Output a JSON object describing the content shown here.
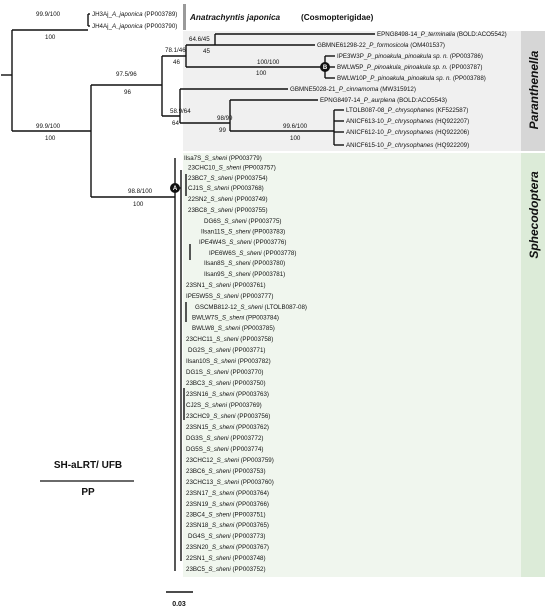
{
  "colors": {
    "branch": "#111111",
    "paranthenella_bg": "#f0f0f0",
    "paranthenella_bar": "#d6d6d6",
    "sphecodoptera_bg": "#f0f6ee",
    "sphecodoptera_bar": "#dcebd8",
    "outgroup_bar": "#9a9a9a"
  },
  "outgroup": {
    "label_genus": "Anatrachyntis japonica",
    "label_family": "(Cosmopterigidae)",
    "taxa": [
      {
        "id": "JH3Aj",
        "sp": "A_japonica",
        "acc": "(PP003789)"
      },
      {
        "id": "JH4Aj",
        "sp": "A_japonica",
        "acc": "(PP003790)"
      }
    ]
  },
  "paranthenella": {
    "label": "Paranthenella",
    "taxa": [
      {
        "id": "EPNG8498-14",
        "sp": "P_terminalia",
        "acc": "(BOLD:ACO5542)"
      },
      {
        "id": "GBMNE61298-22",
        "sp": "P_formosicola",
        "acc": "(OM401537)"
      },
      {
        "id": "IPE3W3P",
        "sp": "P_pinoakula_pinoakula sp. n.",
        "acc": "(PP003786)"
      },
      {
        "id": "BWLW5P",
        "sp": "P_pinoakula_pinoakula sp. n.",
        "acc": "(PP003787)"
      },
      {
        "id": "BWLW10P",
        "sp": "P_pinoakula_pinoakula sp. n.",
        "acc": "(PP003788)"
      },
      {
        "id": "GBMNE5028-21",
        "sp": "P_cinnamoma",
        "acc": "(MW315912)"
      },
      {
        "id": "EPNG8497-14",
        "sp": "P_aurplena",
        "acc": "(BOLD:ACO5543)"
      },
      {
        "id": "LTOLB087-08",
        "sp": "P_chrysophanes",
        "acc": "(KF522587)"
      },
      {
        "id": "ANICF613-10",
        "sp": "P_chrysophanes",
        "acc": "(HQ922207)"
      },
      {
        "id": "ANICF612-10",
        "sp": "P_chrysophanes",
        "acc": "(HQ922206)"
      },
      {
        "id": "ANICF615-10",
        "sp": "P_chrysophanes",
        "acc": "(HQ922209)"
      }
    ]
  },
  "sphecodoptera": {
    "label": "Sphecodoptera",
    "taxa": [
      {
        "id": "Ilsa7S",
        "sp": "S_sheni",
        "acc": "(PP003779)"
      },
      {
        "id": "23CHC10",
        "sp": "S_sheni",
        "acc": "(PP003757)"
      },
      {
        "id": "23BC7",
        "sp": "S_sheni",
        "acc": "(PP003754)"
      },
      {
        "id": "CJ1S",
        "sp": "S_sheni",
        "acc": "(PP003768)"
      },
      {
        "id": "22SN2",
        "sp": "S_sheni",
        "acc": "(PP003749)"
      },
      {
        "id": "23BC8",
        "sp": "S_sheni",
        "acc": "(PP003755)"
      },
      {
        "id": "DG6S",
        "sp": "S_sheni",
        "acc": "(PP003775)"
      },
      {
        "id": "Ilsan11S",
        "sp": "S_sheni",
        "acc": "(PP003783)"
      },
      {
        "id": "IPE4W4S",
        "sp": "S_sheni",
        "acc": "(PP003776)"
      },
      {
        "id": "IPE6W6S",
        "sp": "S_sheni",
        "acc": "(PP003778)"
      },
      {
        "id": "Ilsan8S",
        "sp": "S_sheni",
        "acc": "(PP003780)"
      },
      {
        "id": "Ilsan9S",
        "sp": "S_sheni",
        "acc": "(PP003781)"
      },
      {
        "id": "23SN1",
        "sp": "S_sheni",
        "acc": "(PP003761)"
      },
      {
        "id": "IPE5W5S",
        "sp": "S_sheni",
        "acc": "(PP003777)"
      },
      {
        "id": "GSCMB812-12",
        "sp": "S_sheni",
        "acc": "(LTOLB087-08)"
      },
      {
        "id": "BWLW7S",
        "sp": "S_sheni",
        "acc": "(PP003784)"
      },
      {
        "id": "BWLW8",
        "sp": "S_sheni",
        "acc": "(PP003785)"
      },
      {
        "id": "23CHC11",
        "sp": "S_sheni",
        "acc": "(PP003758)"
      },
      {
        "id": "DG2S",
        "sp": "S_sheni",
        "acc": "(PP003771)"
      },
      {
        "id": "Ilsan10S",
        "sp": "S_sheni",
        "acc": "(PP003782)"
      },
      {
        "id": "DG1S",
        "sp": "S_sheni",
        "acc": "(PP003770)"
      },
      {
        "id": "23BC3",
        "sp": "S_sheni",
        "acc": "(PP003750)"
      },
      {
        "id": "23SN16",
        "sp": "S_sheni",
        "acc": "(PP003763)"
      },
      {
        "id": "CJ2S",
        "sp": "S_sheni",
        "acc": "(PP003769)"
      },
      {
        "id": "23CHC9",
        "sp": "S_sheni",
        "acc": "(PP003756)"
      },
      {
        "id": "23SN15",
        "sp": "S_sheni",
        "acc": "(PP003762)"
      },
      {
        "id": "DG3S",
        "sp": "S_sheni",
        "acc": "(PP003772)"
      },
      {
        "id": "DG5S",
        "sp": "S_sheni",
        "acc": "(PP003774)"
      },
      {
        "id": "23CHC12",
        "sp": "S_sheni",
        "acc": "(PP003759)"
      },
      {
        "id": "23BC6",
        "sp": "S_sheni",
        "acc": "(PP003753)"
      },
      {
        "id": "23CHC13",
        "sp": "S_sheni",
        "acc": "(PP003760)"
      },
      {
        "id": "23SN17",
        "sp": "S_sheni",
        "acc": "(PP003764)"
      },
      {
        "id": "23SN19",
        "sp": "S_sheni",
        "acc": "(PP003766)"
      },
      {
        "id": "23BC4",
        "sp": "S_sheni",
        "acc": "(PP003751)"
      },
      {
        "id": "23SN18",
        "sp": "S_sheni",
        "acc": "(PP003765)"
      },
      {
        "id": "DG4S",
        "sp": "S_sheni",
        "acc": "(PP003773)"
      },
      {
        "id": "23SN20",
        "sp": "S_sheni",
        "acc": "(PP003767)"
      },
      {
        "id": "22SN1",
        "sp": "S_sheni",
        "acc": "(PP003748)"
      },
      {
        "id": "23BC5",
        "sp": "S_sheni",
        "acc": "(PP003752)"
      }
    ]
  },
  "supports": {
    "root_outgroup": {
      "top": "99.9/100",
      "bottom": "100"
    },
    "ingroup": {
      "top": "99.9/100",
      "bottom": "100"
    },
    "paranthenella_stem": {
      "top": "97.5/96",
      "bottom": "96"
    },
    "para_upper": {
      "top": "78.1/46",
      "bottom": "46"
    },
    "para_terminalia": {
      "top": "64.6/45",
      "bottom": "45"
    },
    "pinoakula": {
      "top": "100/100",
      "bottom": "100"
    },
    "para_lower": {
      "top": "58.9/64",
      "bottom": "64"
    },
    "aurplena_group": {
      "top": "98/99",
      "bottom": "99"
    },
    "chrysophanes": {
      "top": "99.6/100",
      "bottom": "100"
    },
    "sphecodoptera_stem": {
      "top": "98.8/100",
      "bottom": "100"
    }
  },
  "node_markers": {
    "A": "A",
    "B": "B"
  },
  "legend": {
    "top": "SH-aLRT/ UFB",
    "bottom": "PP"
  },
  "scale": {
    "label": "0.03"
  }
}
